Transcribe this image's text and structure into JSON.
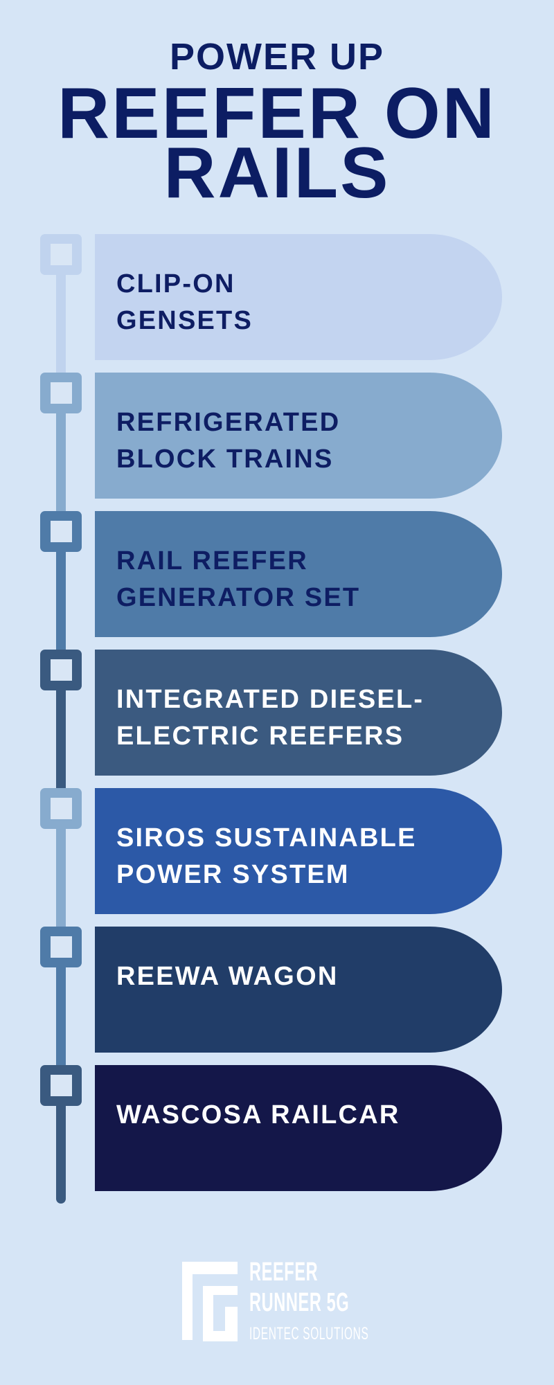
{
  "header": {
    "kicker": "POWER UP",
    "title_line1": "REEFER ON",
    "title_line2": "RAILS"
  },
  "colors": {
    "background": "#d6e5f6",
    "title_text": "#0c1d63",
    "dark_text": "#0e1d63",
    "light_text": "#ffffff",
    "node_inner": "#d9e6f5"
  },
  "timeline": {
    "items": [
      {
        "lines": [
          "CLIP-ON",
          "GENSETS"
        ],
        "card_color": "#c3d4f0",
        "node_color": "#c0d3ee",
        "text_color": "#0e1d63"
      },
      {
        "lines": [
          "REFRIGERATED",
          "BLOCK TRAINS"
        ],
        "card_color": "#87abce",
        "node_color": "#87abce",
        "text_color": "#0e1d63"
      },
      {
        "lines": [
          "RAIL REEFER",
          "GENERATOR SET"
        ],
        "card_color": "#4f7ba8",
        "node_color": "#4f7ba8",
        "text_color": "#0e1d63"
      },
      {
        "lines": [
          "INTEGRATED DIESEL-",
          "ELECTRIC REEFERS"
        ],
        "card_color": "#3b5a80",
        "node_color": "#3a5a80",
        "text_color": "#ffffff"
      },
      {
        "lines": [
          "SIROS SUSTAINABLE",
          "POWER SYSTEM"
        ],
        "card_color": "#2c59a7",
        "node_color": "#87abce",
        "text_color": "#ffffff"
      },
      {
        "lines": [
          "REEWA WAGON"
        ],
        "card_color": "#213d68",
        "node_color": "#4f7ba8",
        "text_color": "#ffffff"
      },
      {
        "lines": [
          "WASCOSA RAILCAR"
        ],
        "card_color": "#141749",
        "node_color": "#3a5a80",
        "text_color": "#ffffff"
      }
    ]
  },
  "footer": {
    "logo": {
      "icon": "reefer-runner-logo-mark",
      "line1": "REEFER",
      "line2": "RUNNER 5G",
      "line3": "IDENTEC SOLUTIONS"
    }
  }
}
